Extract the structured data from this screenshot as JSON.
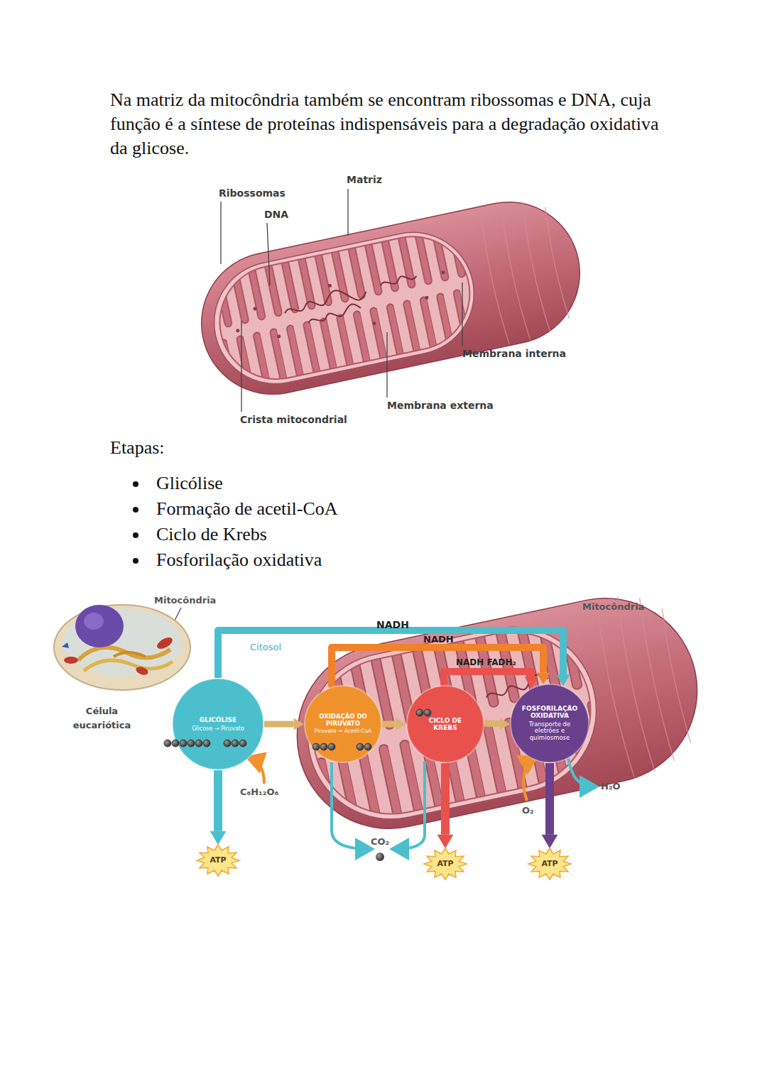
{
  "diagram": {
    "nodes": [
      {
        "text": [
          "GLICÓLISE",
          "Glicose → Piruvato"
        ]
      },
      {
        "text": [
          "OXIDAÇÃO DO PIRUVATO",
          "Piruvato → Acetil-CoA"
        ]
      },
      {
        "text": [
          "CICLO DE KREBS"
        ]
      },
      {
        "text": [
          "FOSFORILAÇÃO OXIDATIVA",
          "Transporte de eletrões e quimiosmose"
        ]
      },
      {
        "text": [
          "ATP"
        ]
      },
      {
        "text": [
          "ATP"
        ]
      },
      {
        "text": [
          "ATP"
        ]
      }
    ],
    "edges": [
      {
        "from": 0,
        "to": 1,
        "arrow": "to"
      },
      {
        "from": 1,
        "to": 2,
        "arrow": "to"
      },
      {
        "from": 2,
        "to": 3,
        "arrow": "to"
      },
      {
        "from": 0,
        "to": 3,
        "label": "NADH",
        "arrow": "to"
      },
      {
        "from": 1,
        "to": 3,
        "label": "NADH",
        "arrow": "to"
      },
      {
        "from": 2,
        "to": 3,
        "label": "NADH FADH₂",
        "arrow": "to"
      },
      {
        "from": 0,
        "to": 4,
        "arrow": "to"
      },
      {
        "from": 2,
        "to": 5,
        "arrow": "to"
      },
      {
        "from": 3,
        "to": 6,
        "arrow": "to"
      }
    ],
    "labels": [
      "Na matriz da mitocôndria também se encontram ribossomas e DNA, cuja função é a síntese de proteínas indispensáveis para a degradação oxidativa da glicose.",
      "Matriz",
      "Ribossomas",
      "DNA",
      "Membrana interna",
      "Membrana externa",
      "Crista mitocondrial",
      "Etapas:",
      "Glicólise",
      "Formação de acetil-CoA",
      "Ciclo de Krebs",
      "Fosforilação oxidativa",
      "Mitocôndria",
      "Célula eucariótica",
      "Citosol",
      "Mitocôndria",
      "C₆H₁₂O₆",
      "CO₂",
      "O₂",
      "H₂O"
    ]
  }
}
